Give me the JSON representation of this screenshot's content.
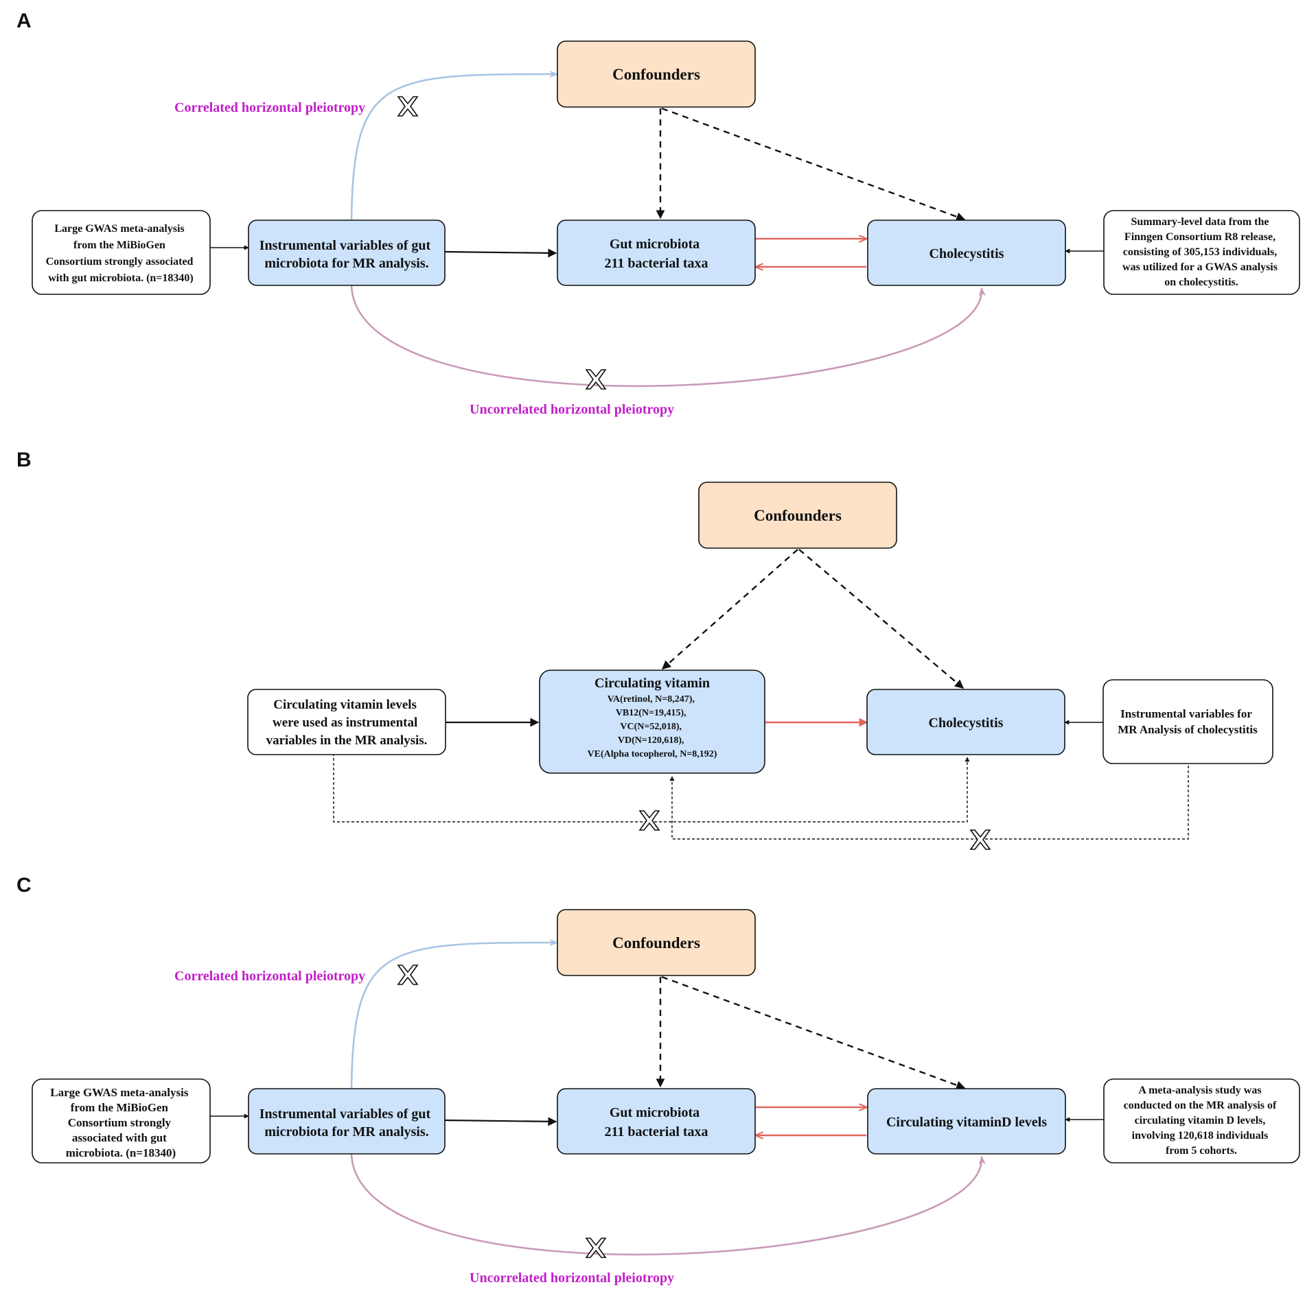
{
  "panels": {
    "a": {
      "label": "A",
      "confounders": "Confounders",
      "instrumental": [
        "Instrumental variables of gut",
        "microbiota for MR analysis."
      ],
      "gut": [
        "Gut microbiota",
        "211 bacterial taxa"
      ],
      "outcome": [
        "Cholecystitis"
      ],
      "left_note": [
        "Large GWAS meta-analysis",
        "from the MiBioGen",
        "Consortium strongly associated",
        "with gut microbiota. (n=18340)"
      ],
      "right_note": [
        "Summary-level data from the",
        "Finngen Consortium R8 release,",
        "consisting of 305,153 individuals,",
        "was utilized for a GWAS analysis",
        "on cholecystitis."
      ],
      "correlated": "Correlated horizontal pleiotropy",
      "uncorrelated": "Uncorrelated horizontal pleiotropy"
    },
    "b": {
      "label": "B",
      "confounders": "Confounders",
      "left_note": [
        "Circulating vitamin levels",
        "were used as instrumental",
        "variables in the MR analysis."
      ],
      "vitamin_title": "Circulating vitamin",
      "vitamin_lines": [
        "VA(retinol, N=8,247),",
        "VB12(N=19,415),",
        "VC(N=52,018),",
        "VD(N=120,618),",
        "VE(Alpha tocopherol, N=8,192)"
      ],
      "outcome": "Cholecystitis",
      "right_note": [
        "Instrumental variables for",
        "MR Analysis of cholecystitis"
      ]
    },
    "c": {
      "label": "C",
      "confounders": "Confounders",
      "instrumental": [
        "Instrumental variables of gut",
        "microbiota for MR analysis."
      ],
      "gut": [
        "Gut microbiota",
        "211 bacterial taxa"
      ],
      "outcome": [
        "Circulating vitaminD levels"
      ],
      "left_note": [
        "Large GWAS meta-analysis",
        "from the MiBioGen",
        "Consortium strongly",
        "associated with gut",
        "microbiota. (n=18340)"
      ],
      "right_note": [
        "A meta-analysis study was",
        "conducted on the MR analysis of",
        "circulating vitamin D levels,",
        "involving 120,618 individuals",
        "from 5 cohorts."
      ],
      "correlated": "Correlated horizontal pleiotropy",
      "uncorrelated": "Uncorrelated horizontal pleiotropy"
    }
  },
  "colors": {
    "node_blue": "#cce3fb",
    "node_orange": "#fde2c8",
    "pleiotropy_text": "#c21fc9",
    "causal_arrow": "#e0665e",
    "correlated_curve": "#a8c4e4",
    "uncorrelated_curve": "#c99ab8"
  }
}
